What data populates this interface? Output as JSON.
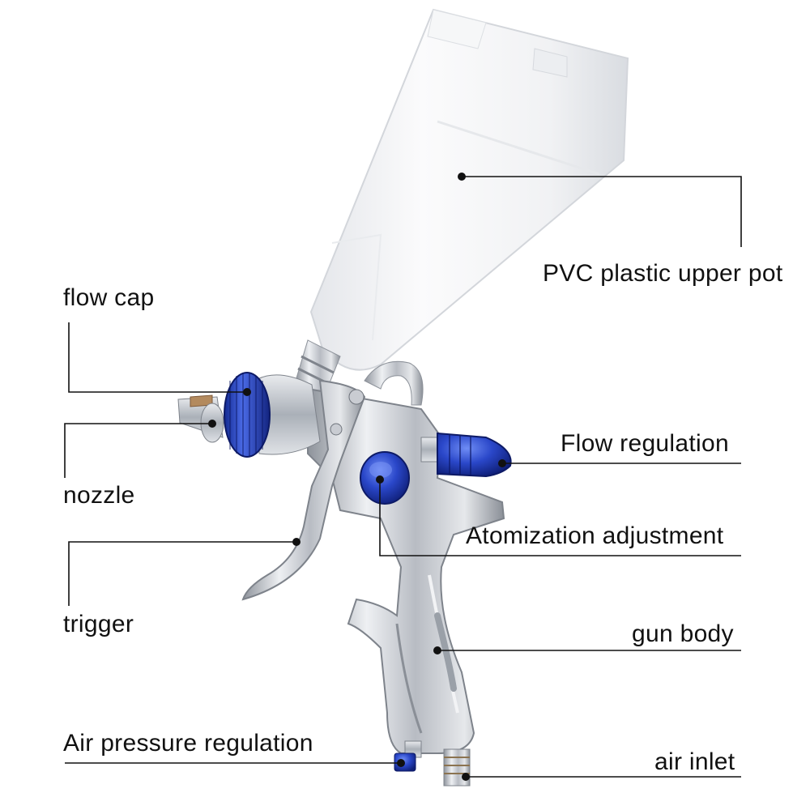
{
  "labels": {
    "pvc_pot": "PVC plastic upper pot",
    "flow_cap": "flow cap",
    "flow_regulation": "Flow regulation",
    "nozzle": "nozzle",
    "atomization": "Atomization adjustment",
    "trigger": "trigger",
    "gun_body": "gun body",
    "air_pressure": "Air pressure regulation",
    "air_inlet": "air inlet"
  },
  "colors": {
    "knob_blue": "#2a47c9",
    "cup_white": "#f2f3f5",
    "metal_silver": "#c9ccd2",
    "leader_line": "#111111"
  },
  "icons": {
    "product": "spray-gun-icon"
  }
}
